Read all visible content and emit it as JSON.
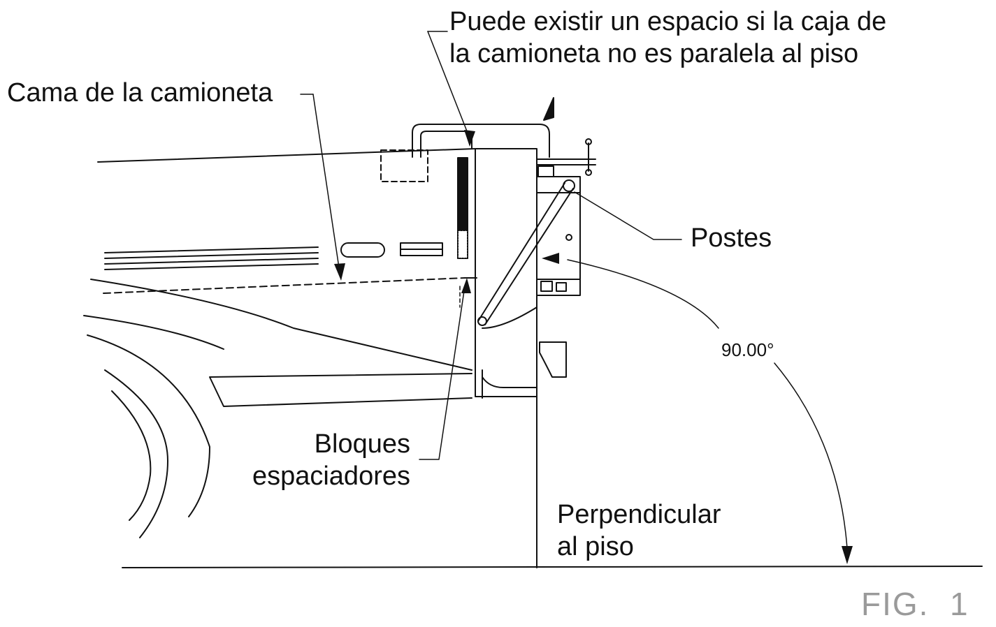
{
  "labels": {
    "gap_note_line1": "Puede existir un espacio si la caja de",
    "gap_note_line2": "la camioneta no es paralela al piso",
    "truck_bed": "Cama de la camioneta",
    "posts": "Postes",
    "angle": "90.00°",
    "spacer_blocks_line1": "Bloques",
    "spacer_blocks_line2": "espaciadores",
    "perpendicular_line1": "Perpendicular",
    "perpendicular_line2": "al piso",
    "figure": "FIG.  1"
  },
  "colors": {
    "ink": "#111111",
    "figure_label": "#9a9a9a"
  }
}
